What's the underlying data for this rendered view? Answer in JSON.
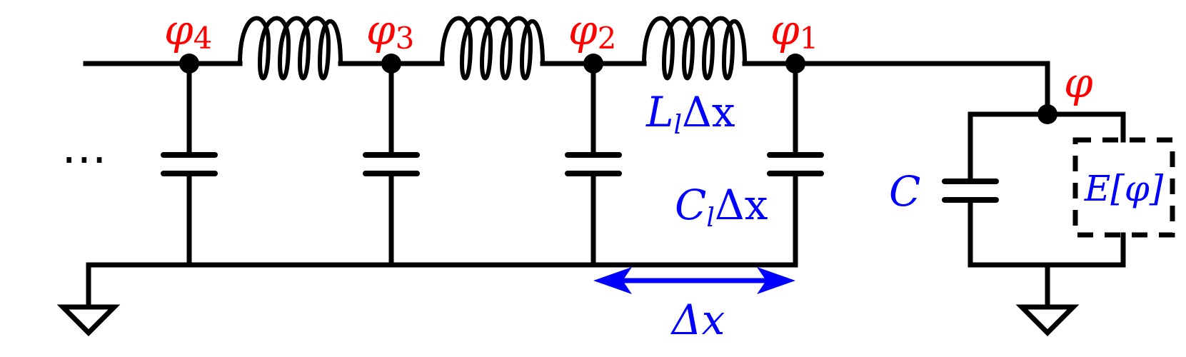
{
  "colors": {
    "wire": "#000000",
    "node_label": "#ff0000",
    "component_label": "#0000ff"
  },
  "labels": {
    "phi4": {
      "base": "φ",
      "sub": "4"
    },
    "phi3": {
      "base": "φ",
      "sub": "3"
    },
    "phi2": {
      "base": "φ",
      "sub": "2"
    },
    "phi1": {
      "base": "φ",
      "sub": "1"
    },
    "phi": "φ",
    "inductance": {
      "base": "L",
      "sub": "l",
      "tail": "Δx"
    },
    "capacitance": {
      "base": "C",
      "sub": "l",
      "tail": "Δx"
    },
    "shunt_capacitor": "C",
    "element": "E[φ]",
    "delta_x": "Δx",
    "ellipsis": "⋯"
  }
}
